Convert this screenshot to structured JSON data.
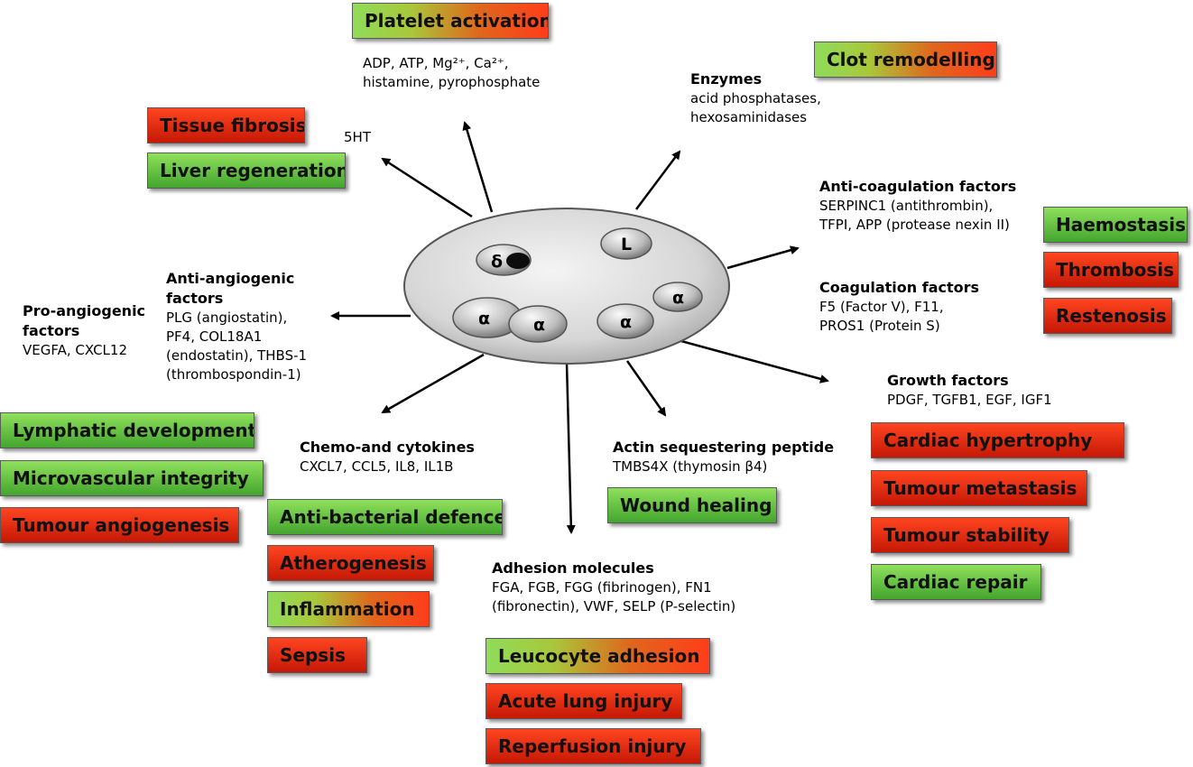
{
  "colors": {
    "beneficial": "#4caf35",
    "detrimental": "#e62a0e",
    "platelet_fill": "#cfcfcf",
    "arrow": "#000000"
  },
  "platelet": {
    "organelles": [
      "δ",
      "L",
      "α",
      "α",
      "α",
      "α"
    ]
  },
  "platelet_activation": {
    "box": "Platelet activation",
    "line1": "ADP, ATP, Mg²⁺, Ca²⁺,",
    "line2": "histamine, pyrophosphate"
  },
  "enzymes": {
    "title": "Enzymes",
    "line1": "acid phosphatases,",
    "line2": "hexosaminidases",
    "box": "Clot remodelling"
  },
  "serotonin": {
    "label": "5HT",
    "boxes": [
      "Tissue fibrosis",
      "Liver regeneration"
    ]
  },
  "anti_coagulation": {
    "title": "Anti-coagulation factors",
    "line1": "SERPINC1 (antithrombin),",
    "line2": "TFPI, APP (protease nexin II)"
  },
  "coagulation": {
    "title": "Coagulation factors",
    "line1": "F5 (Factor V), F11,",
    "line2": "PROS1 (Protein S)"
  },
  "coagulation_outcomes": [
    "Haemostasis",
    "Thrombosis",
    "Restenosis"
  ],
  "anti_angiogenic": {
    "title1": "Anti-angiogenic",
    "title2": "factors",
    "line1": "PLG (angiostatin),",
    "line2": "PF4, COL18A1",
    "line3": "(endostatin), THBS-1",
    "line4": "(thrombospondin-1)"
  },
  "pro_angiogenic": {
    "title1": "Pro-angiogenic",
    "title2": "factors",
    "line1": "VEGFA, CXCL12"
  },
  "angiogenic_outcomes": [
    "Lymphatic development",
    "Microvascular integrity",
    "Tumour angiogenesis"
  ],
  "chemokines": {
    "title": "Chemo-and cytokines",
    "line1": "CXCL7, CCL5, IL8, IL1B",
    "boxes": [
      "Anti-bacterial defence",
      "Atherogenesis",
      "Inflammation",
      "Sepsis"
    ]
  },
  "adhesion": {
    "title": "Adhesion molecules",
    "line1": "FGA, FGB, FGG (fibrinogen), FN1",
    "line2": "(fibronectin), VWF, SELP (P-selectin)",
    "boxes": [
      "Leucocyte adhesion",
      "Acute lung injury",
      "Reperfusion injury"
    ]
  },
  "actin": {
    "title": "Actin sequestering peptide",
    "line1": "TMBS4X (thymosin β4)",
    "box": "Wound healing"
  },
  "growth": {
    "title": "Growth factors",
    "line1": "PDGF, TGFB1, EGF, IGF1",
    "boxes": [
      "Cardiac hypertrophy",
      "Tumour metastasis",
      "Tumour stability",
      "Cardiac repair"
    ]
  }
}
